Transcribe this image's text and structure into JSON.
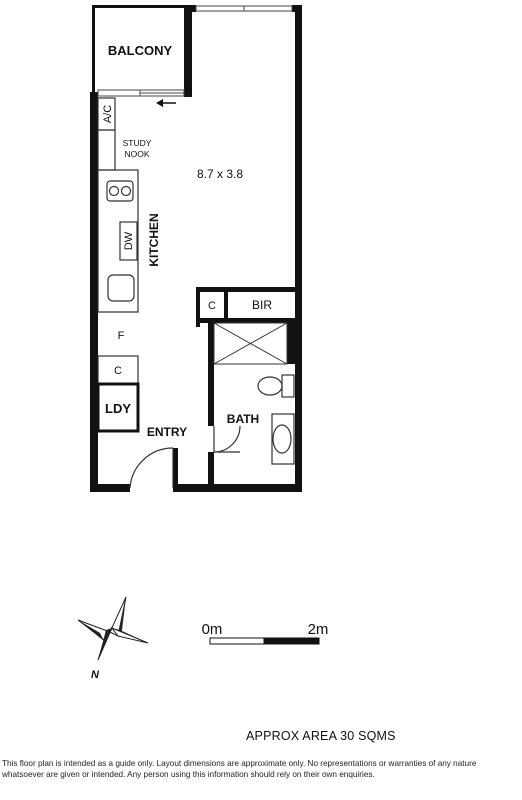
{
  "rooms": {
    "balcony": "BALCONY",
    "ac": "A/C",
    "study_line1": "STUDY",
    "study_line2": "NOOK",
    "living_dims": "8.7 x 3.8",
    "kitchen": "KITCHEN",
    "dishwasher": "DW",
    "cupboard_bir": "C",
    "bir": "BIR",
    "fridge": "F",
    "cupboard_laundry": "C",
    "laundry": "LDY",
    "entry": "ENTRY",
    "bath": "BATH"
  },
  "compass": {
    "north": "N"
  },
  "scale": {
    "start": "0m",
    "end": "2m"
  },
  "area": "APPROX AREA 30 SQMS",
  "disclaimer": "This floor plan is intended as a guide only. Layout dimensions are approximate only. No representations or warranties of any nature whatsoever are given or intended. Any person using this information should rely on their own enquiries.",
  "colors": {
    "wall": "#111111",
    "line": "#333333",
    "background": "#ffffff"
  }
}
